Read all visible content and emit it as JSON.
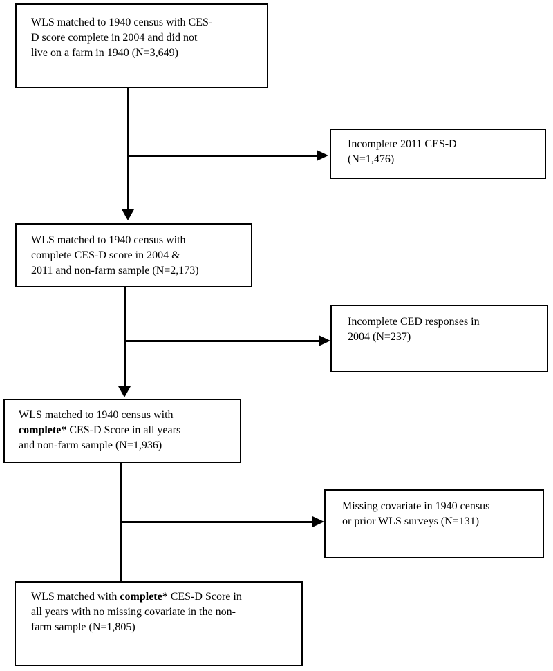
{
  "diagram": {
    "type": "flowchart",
    "background_color": "#ffffff",
    "box_border_color": "#000000",
    "text_color": "#000000",
    "nodes": {
      "box1": {
        "role": "main-flow",
        "n": "3,649",
        "lines": [
          [
            "WLS matched to 1940 census with CES-"
          ],
          [
            "D score complete in 2004 and did not"
          ],
          [
            "live on a farm in 1940 (N=3,649)"
          ]
        ]
      },
      "side1": {
        "role": "exclusion",
        "n": "1,476",
        "lines": [
          [
            "Incomplete 2011 CES-D"
          ],
          [
            "(N=1,476)"
          ]
        ]
      },
      "box2": {
        "role": "main-flow",
        "n": "2,173",
        "lines": [
          [
            "WLS matched to 1940 census with"
          ],
          [
            "complete CES-D score in 2004 &"
          ],
          [
            "2011 and non-farm sample (N=2,173)"
          ]
        ]
      },
      "side2": {
        "role": "exclusion",
        "n": "237",
        "lines": [
          [
            "Incomplete CED responses in"
          ],
          [
            "2004 (N=237)"
          ]
        ]
      },
      "box3": {
        "role": "main-flow",
        "n": "1,936",
        "lines": [
          [
            "WLS matched to 1940 census with"
          ],
          [
            "complete*",
            " CES-D Score in all years"
          ],
          [
            "and non-farm sample (N=1,936)"
          ]
        ]
      },
      "side3": {
        "role": "exclusion",
        "n": "131",
        "lines": [
          [
            "Missing covariate in 1940 census"
          ],
          [
            "or prior WLS surveys (N=131)"
          ]
        ]
      },
      "box4": {
        "role": "main-flow",
        "n": "1,805",
        "lines": [
          [
            "WLS matched with ",
            "complete*",
            " CES-D Score in"
          ],
          [
            "all years with no missing covariate in the non-"
          ],
          [
            "farm sample (N=1,805)"
          ]
        ]
      }
    },
    "edges": [
      {
        "from": "box1",
        "to": "box2",
        "style": "down-arrow"
      },
      {
        "from": "box1",
        "to": "side1",
        "style": "right-arrow"
      },
      {
        "from": "box2",
        "to": "box3",
        "style": "down-arrow"
      },
      {
        "from": "box2",
        "to": "side2",
        "style": "right-arrow"
      },
      {
        "from": "box3",
        "to": "box4",
        "style": "plain-line"
      },
      {
        "from": "box3",
        "to": "side3",
        "style": "right-arrow"
      }
    ]
  }
}
